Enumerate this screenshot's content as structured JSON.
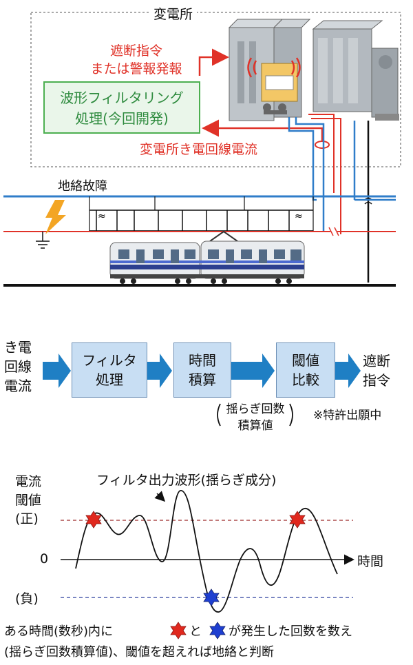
{
  "substation": {
    "title": "変電所",
    "alert_line1": "遮断指令",
    "alert_line2": "または警報発報",
    "filter_line1": "波形フィルタリング",
    "filter_line2": "処理(今回開発)",
    "current_label": "変電所き電回線電流"
  },
  "track": {
    "fault_label": "地絡故障"
  },
  "flow": {
    "input_line1": "き電",
    "input_line2": "回線",
    "input_line3": "電流",
    "box1_line1": "フィルタ",
    "box1_line2": "処理",
    "box2_line1": "時間",
    "box2_line2": "積算",
    "box3_line1": "閾値",
    "box3_line2": "比較",
    "output_line1": "遮断",
    "output_line2": "指令",
    "note_line1": "揺らぎ回数",
    "note_line2": "積算値",
    "patent": "※特許出願中"
  },
  "waveform": {
    "title": "フィルタ出力波形(揺らぎ成分)",
    "y_label_line1": "電流",
    "y_label_line2": "閾値",
    "positive": "(正)",
    "zero": "0",
    "negative": "(負)",
    "x_label": "時間",
    "caption_part1": "ある時間(数秒)内に",
    "caption_part2": "と",
    "caption_part3": "が発生した回数を数え",
    "caption_line2": "(揺らぎ回数積算値)、閾値を超えれば地絡と判断"
  },
  "colors": {
    "red": "#e03228",
    "green": "#2e8b3e",
    "blue_line": "#2f7dc9",
    "flow_arrow": "#1f7fc4",
    "box_fill": "#c8def3"
  }
}
